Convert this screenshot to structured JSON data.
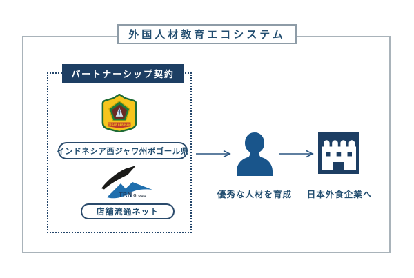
{
  "diagram_title": "外国人材教育エコシステム",
  "partnership": {
    "label": "パートナーシップ契約",
    "bogor": {
      "name": "インドネシア西ジャワ州ボゴール県",
      "crest_motto": "TEGAR BERIMAN"
    },
    "trn": {
      "name": "店舗流通ネット",
      "logo_main": "TRN",
      "logo_sub": "Group"
    }
  },
  "flow": {
    "person_caption": "優秀な人材を育成",
    "store_caption": "日本外食企業へ"
  },
  "colors": {
    "navy": "#1d3e63",
    "text_navy": "#234e70",
    "person_blue": "#19558b",
    "trn_blue": "#1f6fae",
    "trn_black": "#1b1b19",
    "crest_gold": "#f6c51d",
    "crest_green": "#1e7a38",
    "crest_red": "#c0392b",
    "frame_gray": "#a9b3ba"
  }
}
